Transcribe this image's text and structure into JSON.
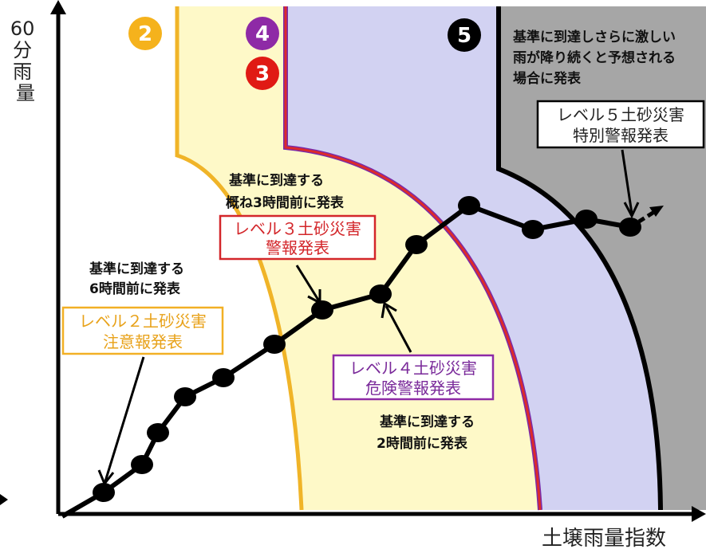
{
  "axes": {
    "y_label": "60\n分\n雨\n量",
    "x_label": "土壌雨量指数"
  },
  "zones": {
    "zone2_badge": "2",
    "zone4_badge": "4",
    "zone3_badge": "3",
    "zone5_badge": "5",
    "colors": {
      "zone2_fill": "#fef9c8",
      "zone3_fill": "#fef9c8",
      "zone5_fill": "#d2d2f2",
      "beyond_fill": "#a6a6a6",
      "line2": "#f0b428",
      "line3": "#dd2a2a",
      "line4": "#7a2ba8",
      "line5": "#000000",
      "badge2": "#f5b21c",
      "badge4": "#8e2aa6",
      "badge3": "#e01a14",
      "badge5": "#000000"
    }
  },
  "annotations": {
    "zone5_note_1": "基準に到達しさらに激しい",
    "zone5_note_2": "雨が降り続くと予想される",
    "zone5_note_3": "場合に発表",
    "level5_box_1": "レベル５土砂災害",
    "level5_box_2": "特別警報発表",
    "level3_note_1": "基準に到達する",
    "level3_note_2": "概ね3時間前に発表",
    "level3_box_1": "レベル３土砂災害",
    "level3_box_2": "警報発表",
    "level2_note_1": "基準に到達する",
    "level2_note_2": "6時間前に発表",
    "level2_box_1": "レベル２土砂災害",
    "level2_box_2": "注意報発表",
    "level4_box_1": "レベル４土砂災害",
    "level4_box_2": "危険警報発表",
    "level4_note_1": "基準に到達する",
    "level4_note_2": "2時間前に発表"
  }
}
